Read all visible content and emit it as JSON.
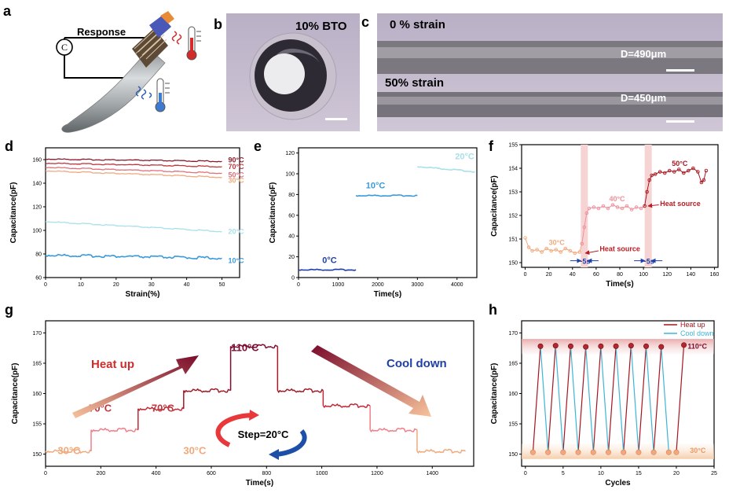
{
  "panels": {
    "a": "a",
    "b": "b",
    "c": "c",
    "d": "d",
    "e": "e",
    "f": "f",
    "g": "g",
    "h": "h"
  },
  "schematic": {
    "response": "Response",
    "meter_symbol": "C",
    "hot_icon": "thermometer-hot-icon",
    "cold_icon": "thermometer-cold-icon"
  },
  "micrograph_b": {
    "label": "10% BTO"
  },
  "micrograph_c": {
    "label_top": "0 % strain",
    "label_bottom": "50% strain",
    "d_top": "D=490μm",
    "d_bottom": "D=450μm"
  },
  "colors": {
    "c90": "#8b1a2b",
    "c70": "#c0363e",
    "c50": "#e0707a",
    "c30": "#f0a97c",
    "c20": "#a8e0ec",
    "c10": "#3a9ad9",
    "c0": "#1e3fa8",
    "c40": "#ef8f9a",
    "heat": "#a5151f",
    "cool": "#3db5d8",
    "highlight": "#f6d4d4"
  },
  "chart_data": [
    {
      "id": "d",
      "type": "line",
      "xlabel": "Strain(%)",
      "ylabel": "Capacitance(pF)",
      "xlim": [
        0,
        55
      ],
      "ylim": [
        60,
        170
      ],
      "xticks": [
        0,
        10,
        20,
        30,
        40,
        50
      ],
      "yticks": [
        60,
        80,
        100,
        120,
        140,
        160
      ],
      "series": [
        {
          "name": "90°C",
          "x": [
            0,
            50
          ],
          "y": [
            160.5,
            158.5
          ]
        },
        {
          "name": "70°C",
          "x": [
            0,
            50
          ],
          "y": [
            157,
            154
          ]
        },
        {
          "name": "50°C",
          "x": [
            0,
            50
          ],
          "y": [
            153.5,
            148.5
          ]
        },
        {
          "name": "30°C",
          "x": [
            0,
            50
          ],
          "y": [
            150.5,
            145
          ]
        },
        {
          "name": "20°C",
          "x": [
            0,
            50
          ],
          "y": [
            107.5,
            99
          ]
        },
        {
          "name": "10°C",
          "x": [
            0,
            50
          ],
          "y": [
            79,
            76.5
          ]
        }
      ]
    },
    {
      "id": "e",
      "type": "line",
      "xlabel": "Time(s)",
      "ylabel": "Capacitance(pF)",
      "xlim": [
        0,
        4500
      ],
      "ylim": [
        0,
        125
      ],
      "xticks": [
        0,
        1000,
        2000,
        3000,
        4000
      ],
      "yticks": [
        0,
        20,
        40,
        60,
        80,
        100,
        120
      ],
      "series": [
        {
          "name": "0°C",
          "x": [
            0,
            1450
          ],
          "y": [
            7.5,
            7.5
          ]
        },
        {
          "name": "10°C",
          "x": [
            1450,
            3000
          ],
          "y": [
            79,
            79
          ]
        },
        {
          "name": "20°C",
          "x": [
            3000,
            4450
          ],
          "y": [
            107,
            102
          ]
        }
      ]
    },
    {
      "id": "f",
      "type": "line",
      "xlabel": "Time(s)",
      "ylabel": "Capacitance(pF)",
      "xlim": [
        -3,
        163
      ],
      "ylim": [
        149.8,
        155
      ],
      "xticks": [
        0,
        20,
        40,
        60,
        80,
        100,
        120,
        140,
        160
      ],
      "yticks": [
        150,
        151,
        152,
        153,
        154,
        155
      ],
      "annotations": [
        "30°C",
        "40°C",
        "50°C",
        "Heat source",
        "Heat source",
        "~5s",
        "~5s"
      ],
      "highlight_ranges": [
        [
          47,
          53
        ],
        [
          101,
          107
        ]
      ],
      "series": [
        {
          "name": "30°C",
          "x": [
            0,
            3,
            6,
            10,
            14,
            18,
            22,
            26,
            30,
            34,
            38,
            42,
            46,
            48
          ],
          "y": [
            151.05,
            150.65,
            150.5,
            150.55,
            150.45,
            150.6,
            150.5,
            150.55,
            150.45,
            150.6,
            150.5,
            150.4,
            150.45,
            150.8
          ]
        },
        {
          "name": "40°C",
          "x": [
            48,
            50,
            52,
            54,
            58,
            62,
            66,
            70,
            74,
            78,
            82,
            86,
            90,
            94,
            98,
            101
          ],
          "y": [
            150.8,
            151.5,
            152.1,
            152.3,
            152.35,
            152.3,
            152.4,
            152.3,
            152.45,
            152.35,
            152.3,
            152.4,
            152.25,
            152.35,
            152.3,
            152.4
          ]
        },
        {
          "name": "50°C",
          "x": [
            101,
            103,
            105,
            107,
            110,
            114,
            118,
            122,
            126,
            130,
            134,
            138,
            142,
            146,
            149,
            151,
            153
          ],
          "y": [
            152.4,
            153.0,
            153.5,
            153.7,
            153.75,
            153.85,
            153.8,
            153.9,
            153.85,
            153.95,
            153.8,
            153.9,
            154.0,
            153.85,
            153.4,
            153.5,
            153.9
          ]
        }
      ]
    },
    {
      "id": "g",
      "type": "line",
      "xlabel": "Time(s)",
      "ylabel": "Capacitance(pF)",
      "xlim": [
        0,
        1550
      ],
      "ylim": [
        148,
        172
      ],
      "xticks": [
        0,
        200,
        400,
        600,
        800,
        1000,
        1200,
        1400
      ],
      "yticks": [
        150,
        155,
        160,
        165,
        170
      ],
      "annotations": [
        "Heat up",
        "Cool down",
        "Step=20°C"
      ],
      "series": [
        {
          "name": "30°C",
          "x": [
            0,
            165
          ],
          "y": [
            150.5,
            150.5
          ]
        },
        {
          "name": "",
          "x": [
            165,
            335
          ],
          "y": [
            154,
            154
          ]
        },
        {
          "name": "70°C",
          "x": [
            335,
            500
          ],
          "y": [
            157.5,
            157.5
          ]
        },
        {
          "name": "",
          "x": [
            500,
            670
          ],
          "y": [
            160.5,
            160.5
          ]
        },
        {
          "name": "110°C",
          "x": [
            670,
            840
          ],
          "y": [
            167.8,
            167.8
          ]
        },
        {
          "name": "",
          "x": [
            840,
            1005
          ],
          "y": [
            160.5,
            160.5
          ]
        },
        {
          "name": "70°C",
          "x": [
            1005,
            1175
          ],
          "y": [
            158,
            158
          ]
        },
        {
          "name": "",
          "x": [
            1175,
            1345
          ],
          "y": [
            154,
            154
          ]
        },
        {
          "name": "30°C",
          "x": [
            1345,
            1520
          ],
          "y": [
            150.5,
            150.5
          ]
        }
      ]
    },
    {
      "id": "h",
      "type": "line",
      "xlabel": "Cycles",
      "ylabel": "Capacitance(pF)",
      "xlim": [
        -0.5,
        25
      ],
      "ylim": [
        148,
        172
      ],
      "xticks": [
        0,
        5,
        10,
        15,
        20,
        25
      ],
      "yticks": [
        150,
        155,
        160,
        165,
        170
      ],
      "annotations": [
        "110°C",
        "30°C"
      ],
      "series": [
        {
          "name": "Heat up",
          "x": [
            1,
            2,
            3,
            4,
            5,
            6,
            7,
            8,
            9,
            10,
            11,
            12,
            13,
            14,
            15,
            16,
            17,
            18,
            19,
            20,
            21
          ],
          "y": [
            150.3,
            167.8,
            150.3,
            167.9,
            150.3,
            167.8,
            150.3,
            167.7,
            150.3,
            167.8,
            150.3,
            167.8,
            150.3,
            167.9,
            150.3,
            167.8,
            150.3,
            167.7,
            150.3,
            150.3,
            168.0
          ]
        },
        {
          "name": "Cool down",
          "x": [
            2,
            3,
            4,
            5,
            6,
            7,
            8,
            9,
            10,
            11,
            12,
            13,
            14,
            15,
            16,
            17,
            18,
            19,
            20
          ],
          "y": [
            167.8,
            150.3,
            167.9,
            150.3,
            167.8,
            150.3,
            167.7,
            150.3,
            167.8,
            150.3,
            167.8,
            150.3,
            167.9,
            150.3,
            167.8,
            150.3,
            167.7,
            150.3,
            150.3
          ]
        }
      ]
    }
  ]
}
